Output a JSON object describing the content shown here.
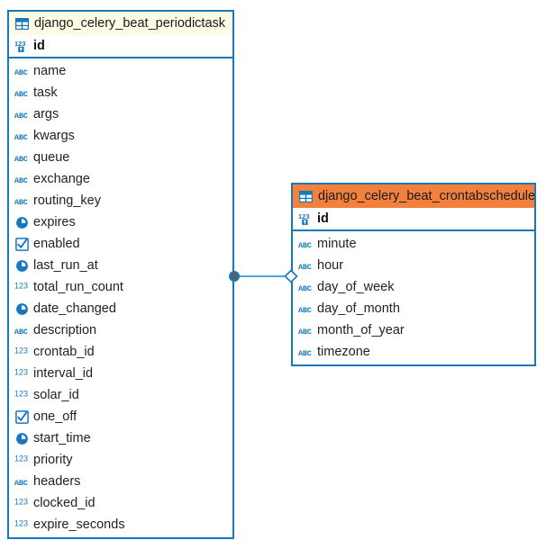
{
  "diagram": {
    "background": "#ffffff",
    "border_color": "#1679bd",
    "icon_color": "#1679bd",
    "header_cream": "#fdfbe4",
    "header_orange": "#f4803d"
  },
  "entities": [
    {
      "name": "django_celery_beat_periodictask",
      "header_theme": "cream",
      "icon": "table-icon",
      "primary_key": {
        "label": "id",
        "icon": "integer-key-icon",
        "type": "123"
      },
      "fields": [
        {
          "label": "name",
          "icon": "text-icon",
          "type": "ABC"
        },
        {
          "label": "task",
          "icon": "text-icon",
          "type": "ABC"
        },
        {
          "label": "args",
          "icon": "text-icon",
          "type": "ABC"
        },
        {
          "label": "kwargs",
          "icon": "text-icon",
          "type": "ABC"
        },
        {
          "label": "queue",
          "icon": "text-icon",
          "type": "ABC"
        },
        {
          "label": "exchange",
          "icon": "text-icon",
          "type": "ABC"
        },
        {
          "label": "routing_key",
          "icon": "text-icon",
          "type": "ABC"
        },
        {
          "label": "expires",
          "icon": "datetime-icon",
          "type": "clock"
        },
        {
          "label": "enabled",
          "icon": "boolean-icon",
          "type": "checkbox"
        },
        {
          "label": "last_run_at",
          "icon": "datetime-icon",
          "type": "clock"
        },
        {
          "label": "total_run_count",
          "icon": "integer-icon",
          "type": "123"
        },
        {
          "label": "date_changed",
          "icon": "datetime-icon",
          "type": "clock"
        },
        {
          "label": "description",
          "icon": "text-icon",
          "type": "ABC"
        },
        {
          "label": "crontab_id",
          "icon": "integer-icon",
          "type": "123"
        },
        {
          "label": "interval_id",
          "icon": "integer-icon",
          "type": "123"
        },
        {
          "label": "solar_id",
          "icon": "integer-icon",
          "type": "123"
        },
        {
          "label": "one_off",
          "icon": "boolean-icon",
          "type": "checkbox"
        },
        {
          "label": "start_time",
          "icon": "datetime-icon",
          "type": "clock"
        },
        {
          "label": "priority",
          "icon": "integer-icon",
          "type": "123"
        },
        {
          "label": "headers",
          "icon": "text-icon",
          "type": "ABC"
        },
        {
          "label": "clocked_id",
          "icon": "integer-icon",
          "type": "123"
        },
        {
          "label": "expire_seconds",
          "icon": "integer-icon",
          "type": "123"
        }
      ]
    },
    {
      "name": "django_celery_beat_crontabschedule",
      "header_theme": "orange",
      "icon": "table-icon",
      "primary_key": {
        "label": "id",
        "icon": "integer-key-icon",
        "type": "123"
      },
      "fields": [
        {
          "label": "minute",
          "icon": "text-icon",
          "type": "ABC"
        },
        {
          "label": "hour",
          "icon": "text-icon",
          "type": "ABC"
        },
        {
          "label": "day_of_week",
          "icon": "text-icon",
          "type": "ABC"
        },
        {
          "label": "day_of_month",
          "icon": "text-icon",
          "type": "ABC"
        },
        {
          "label": "month_of_year",
          "icon": "text-icon",
          "type": "ABC"
        },
        {
          "label": "timezone",
          "icon": "text-icon",
          "type": "ABC"
        }
      ]
    }
  ],
  "relationship": {
    "from_entity": "django_celery_beat_periodictask",
    "to_entity": "django_celery_beat_crontabschedule",
    "from_marker": "filled-circle",
    "to_marker": "hollow-diamond",
    "line_color": "#4aa8e0"
  }
}
